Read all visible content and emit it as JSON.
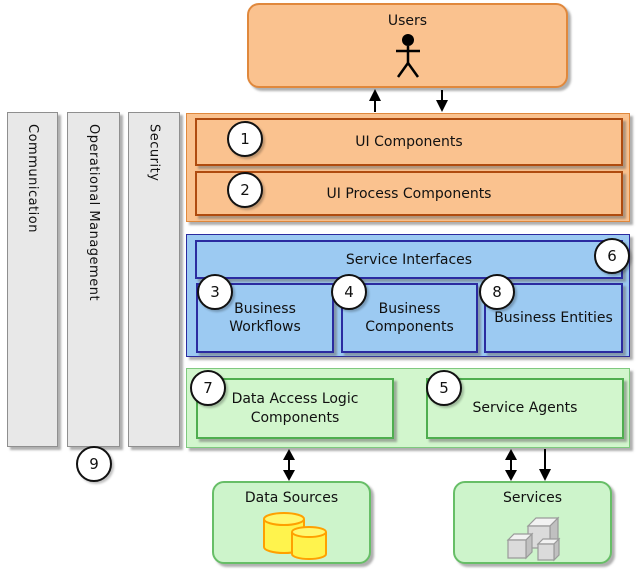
{
  "diagram": {
    "users": {
      "label": "Users"
    },
    "side_bars": [
      {
        "label": "Communication"
      },
      {
        "label": "Operational Management"
      },
      {
        "label": "Security"
      }
    ],
    "side_badge": "9",
    "ui_layer": {
      "items": [
        {
          "badge": "1",
          "label": "UI Components"
        },
        {
          "badge": "2",
          "label": "UI Process Components"
        }
      ]
    },
    "business_layer": {
      "service_interfaces": {
        "badge": "6",
        "label": "Service Interfaces"
      },
      "items": [
        {
          "badge": "3",
          "label": "Business Workflows"
        },
        {
          "badge": "4",
          "label": "Business Components"
        },
        {
          "badge": "8",
          "label": "Business Entities"
        }
      ]
    },
    "data_layer": {
      "items": [
        {
          "badge": "7",
          "label": "Data Access Logic Components"
        },
        {
          "badge": "5",
          "label": "Service Agents"
        }
      ]
    },
    "bottom_boxes": [
      {
        "label": "Data Sources",
        "icon": "database-cylinders-icon"
      },
      {
        "label": "Services",
        "icon": "cubes-icon"
      }
    ]
  },
  "colors": {
    "orangeFill": "#FAC28F",
    "orangeBorder": "#E0883C",
    "rust": "#AF4B0F",
    "blueFill": "#9CCAF2",
    "blueBorder": "#2B2BA0",
    "greenFill": "#D2F6CD",
    "greenContainerBorder": "#7FC97F",
    "greenBoxBorder2": "#4FAE4F",
    "greenLight": "#CDF4CB",
    "greenBoxBorder": "#67BE67",
    "grayFill": "#E8E8E8",
    "grayBorder": "#8F8F8F",
    "cylinderFill": "#FFF34D",
    "cylinderBorder": "#FFA000",
    "cubeFront": "#DBDBDB",
    "cubeTop": "#F2F2F2",
    "cubeSide": "#C0C0C0",
    "cubeBorder": "#9A9A9A",
    "arrow": "#000000"
  }
}
